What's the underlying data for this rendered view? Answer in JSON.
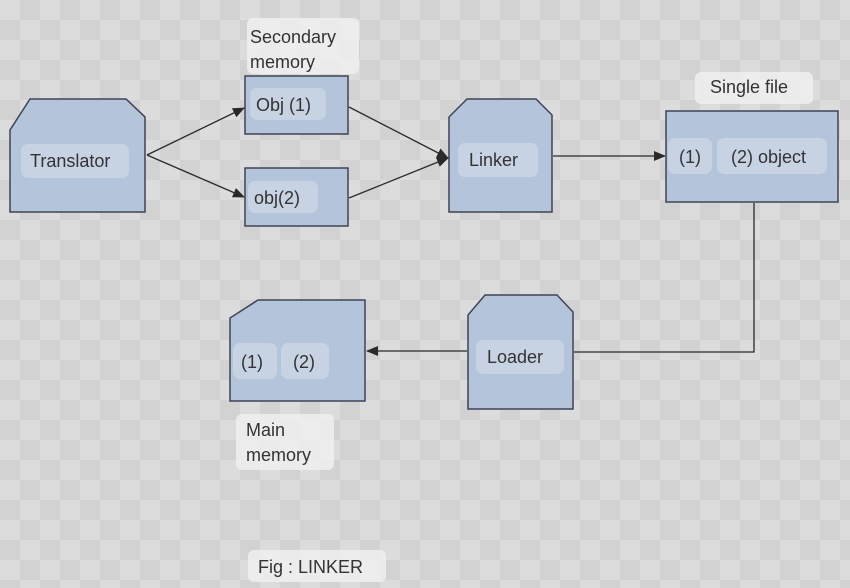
{
  "diagram": {
    "nodes": {
      "translator": "Translator",
      "obj1": "Obj (1)",
      "obj2": "obj(2)",
      "linker": "Linker",
      "single_file_item1": "(1)",
      "single_file_item2": "(2) object",
      "loader": "Loader",
      "main_item1": "(1)",
      "main_item2": "(2)"
    },
    "labels": {
      "secondary_memory_line1": "Secondary",
      "secondary_memory_line2": "memory",
      "single_file": "Single file",
      "main_memory_line1": "Main",
      "main_memory_line2": "memory",
      "caption": "Fig : LINKER"
    },
    "colors": {
      "node_fill": "#b3c4db",
      "node_stroke": "#3e4554",
      "arrow": "#2a2a2a",
      "text": "#333333"
    }
  }
}
